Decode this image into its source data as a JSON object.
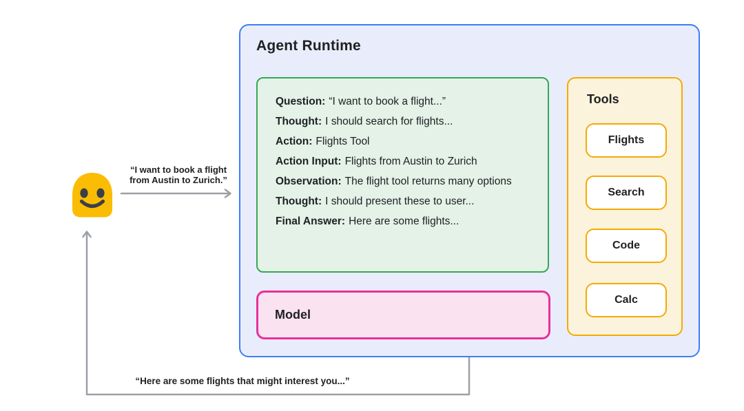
{
  "user": {
    "request_line1": "“I want to book a flight",
    "request_line2": "from Austin to Zurich.”",
    "response_label": "“Here are some flights that might interest you...”"
  },
  "runtime": {
    "title": "Agent Runtime",
    "trace": {
      "lines": [
        {
          "label": "Question:",
          "text": "“I want to book a flight...”"
        },
        {
          "label": "Thought:",
          "text": "I should search for flights..."
        },
        {
          "label": "Action:",
          "text": "Flights Tool"
        },
        {
          "label": "Action Input:",
          "text": "Flights from Austin to Zurich"
        },
        {
          "label": "Observation:",
          "text": "The flight tool returns many options"
        },
        {
          "label": "Thought:",
          "text": "I should present these to user..."
        },
        {
          "label": "Final Answer:",
          "text": "Here are some flights..."
        }
      ]
    },
    "model": {
      "label": "Model"
    },
    "tools": {
      "title": "Tools",
      "items": [
        "Flights",
        "Search",
        "Code",
        "Calc"
      ]
    }
  },
  "colors": {
    "runtime_border": "#3E7DF5",
    "runtime_bg": "#E9EDFB",
    "trace_border": "#34A853",
    "trace_bg": "#E4F2E8",
    "model_border": "#E8309B",
    "model_bg": "#FBE2F1",
    "tools_border": "#F6A901",
    "tools_bg": "#FBF3DC",
    "tool_button_bg": "#FFFFFF",
    "arrow": "#9AA0A6",
    "text": "#202124",
    "emoji": "#FBBC04",
    "emoji_face": "#3B3F46",
    "canvas_bg": "#FFFFFF"
  }
}
